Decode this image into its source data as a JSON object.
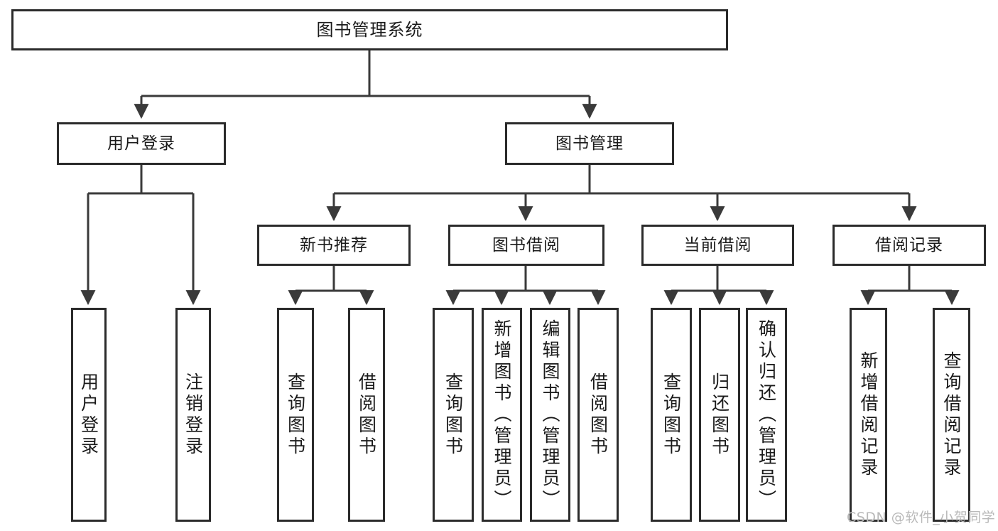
{
  "diagram": {
    "type": "tree",
    "title": "图书管理系统",
    "watermark": "CSDN @软件_小贺同学",
    "colors": {
      "box_border": "#2b2b2b",
      "box_fill": "#ffffff",
      "connector": "#3a3a3a",
      "text": "#1a1a1a",
      "watermark": "#b9b9b9"
    },
    "nodes": {
      "root": {
        "label": "图书管理系统"
      },
      "level2": [
        {
          "id": "user-login",
          "label": "用户登录"
        },
        {
          "id": "book-manage",
          "label": "图书管理"
        }
      ],
      "level3": [
        {
          "id": "new-book-recommend",
          "label": "新书推荐"
        },
        {
          "id": "book-borrow",
          "label": "图书借阅"
        },
        {
          "id": "current-borrow",
          "label": "当前借阅"
        },
        {
          "id": "borrow-record",
          "label": "借阅记录"
        }
      ],
      "leaves": {
        "user_login": [
          {
            "id": "leaf-user-login",
            "label": "用户登录"
          },
          {
            "id": "leaf-logout",
            "label": "注销登录"
          }
        ],
        "new_book_recommend": [
          {
            "id": "leaf-query-book-1",
            "label": "查询图书"
          },
          {
            "id": "leaf-borrow-book-1",
            "label": "借阅图书"
          }
        ],
        "book_borrow": [
          {
            "id": "leaf-query-book-2",
            "label": "查询图书"
          },
          {
            "id": "leaf-add-book",
            "label": "新增图书（管理员）"
          },
          {
            "id": "leaf-edit-book",
            "label": "编辑图书（管理员）"
          },
          {
            "id": "leaf-borrow-book-2",
            "label": "借阅图书"
          }
        ],
        "current_borrow": [
          {
            "id": "leaf-query-book-3",
            "label": "查询图书"
          },
          {
            "id": "leaf-return-book",
            "label": "归还图书"
          },
          {
            "id": "leaf-confirm-return",
            "label": "确认归还（管理员）"
          }
        ],
        "borrow_record": [
          {
            "id": "leaf-add-record",
            "label": "新增借阅记录"
          },
          {
            "id": "leaf-query-record",
            "label": "查询借阅记录"
          }
        ]
      }
    }
  }
}
